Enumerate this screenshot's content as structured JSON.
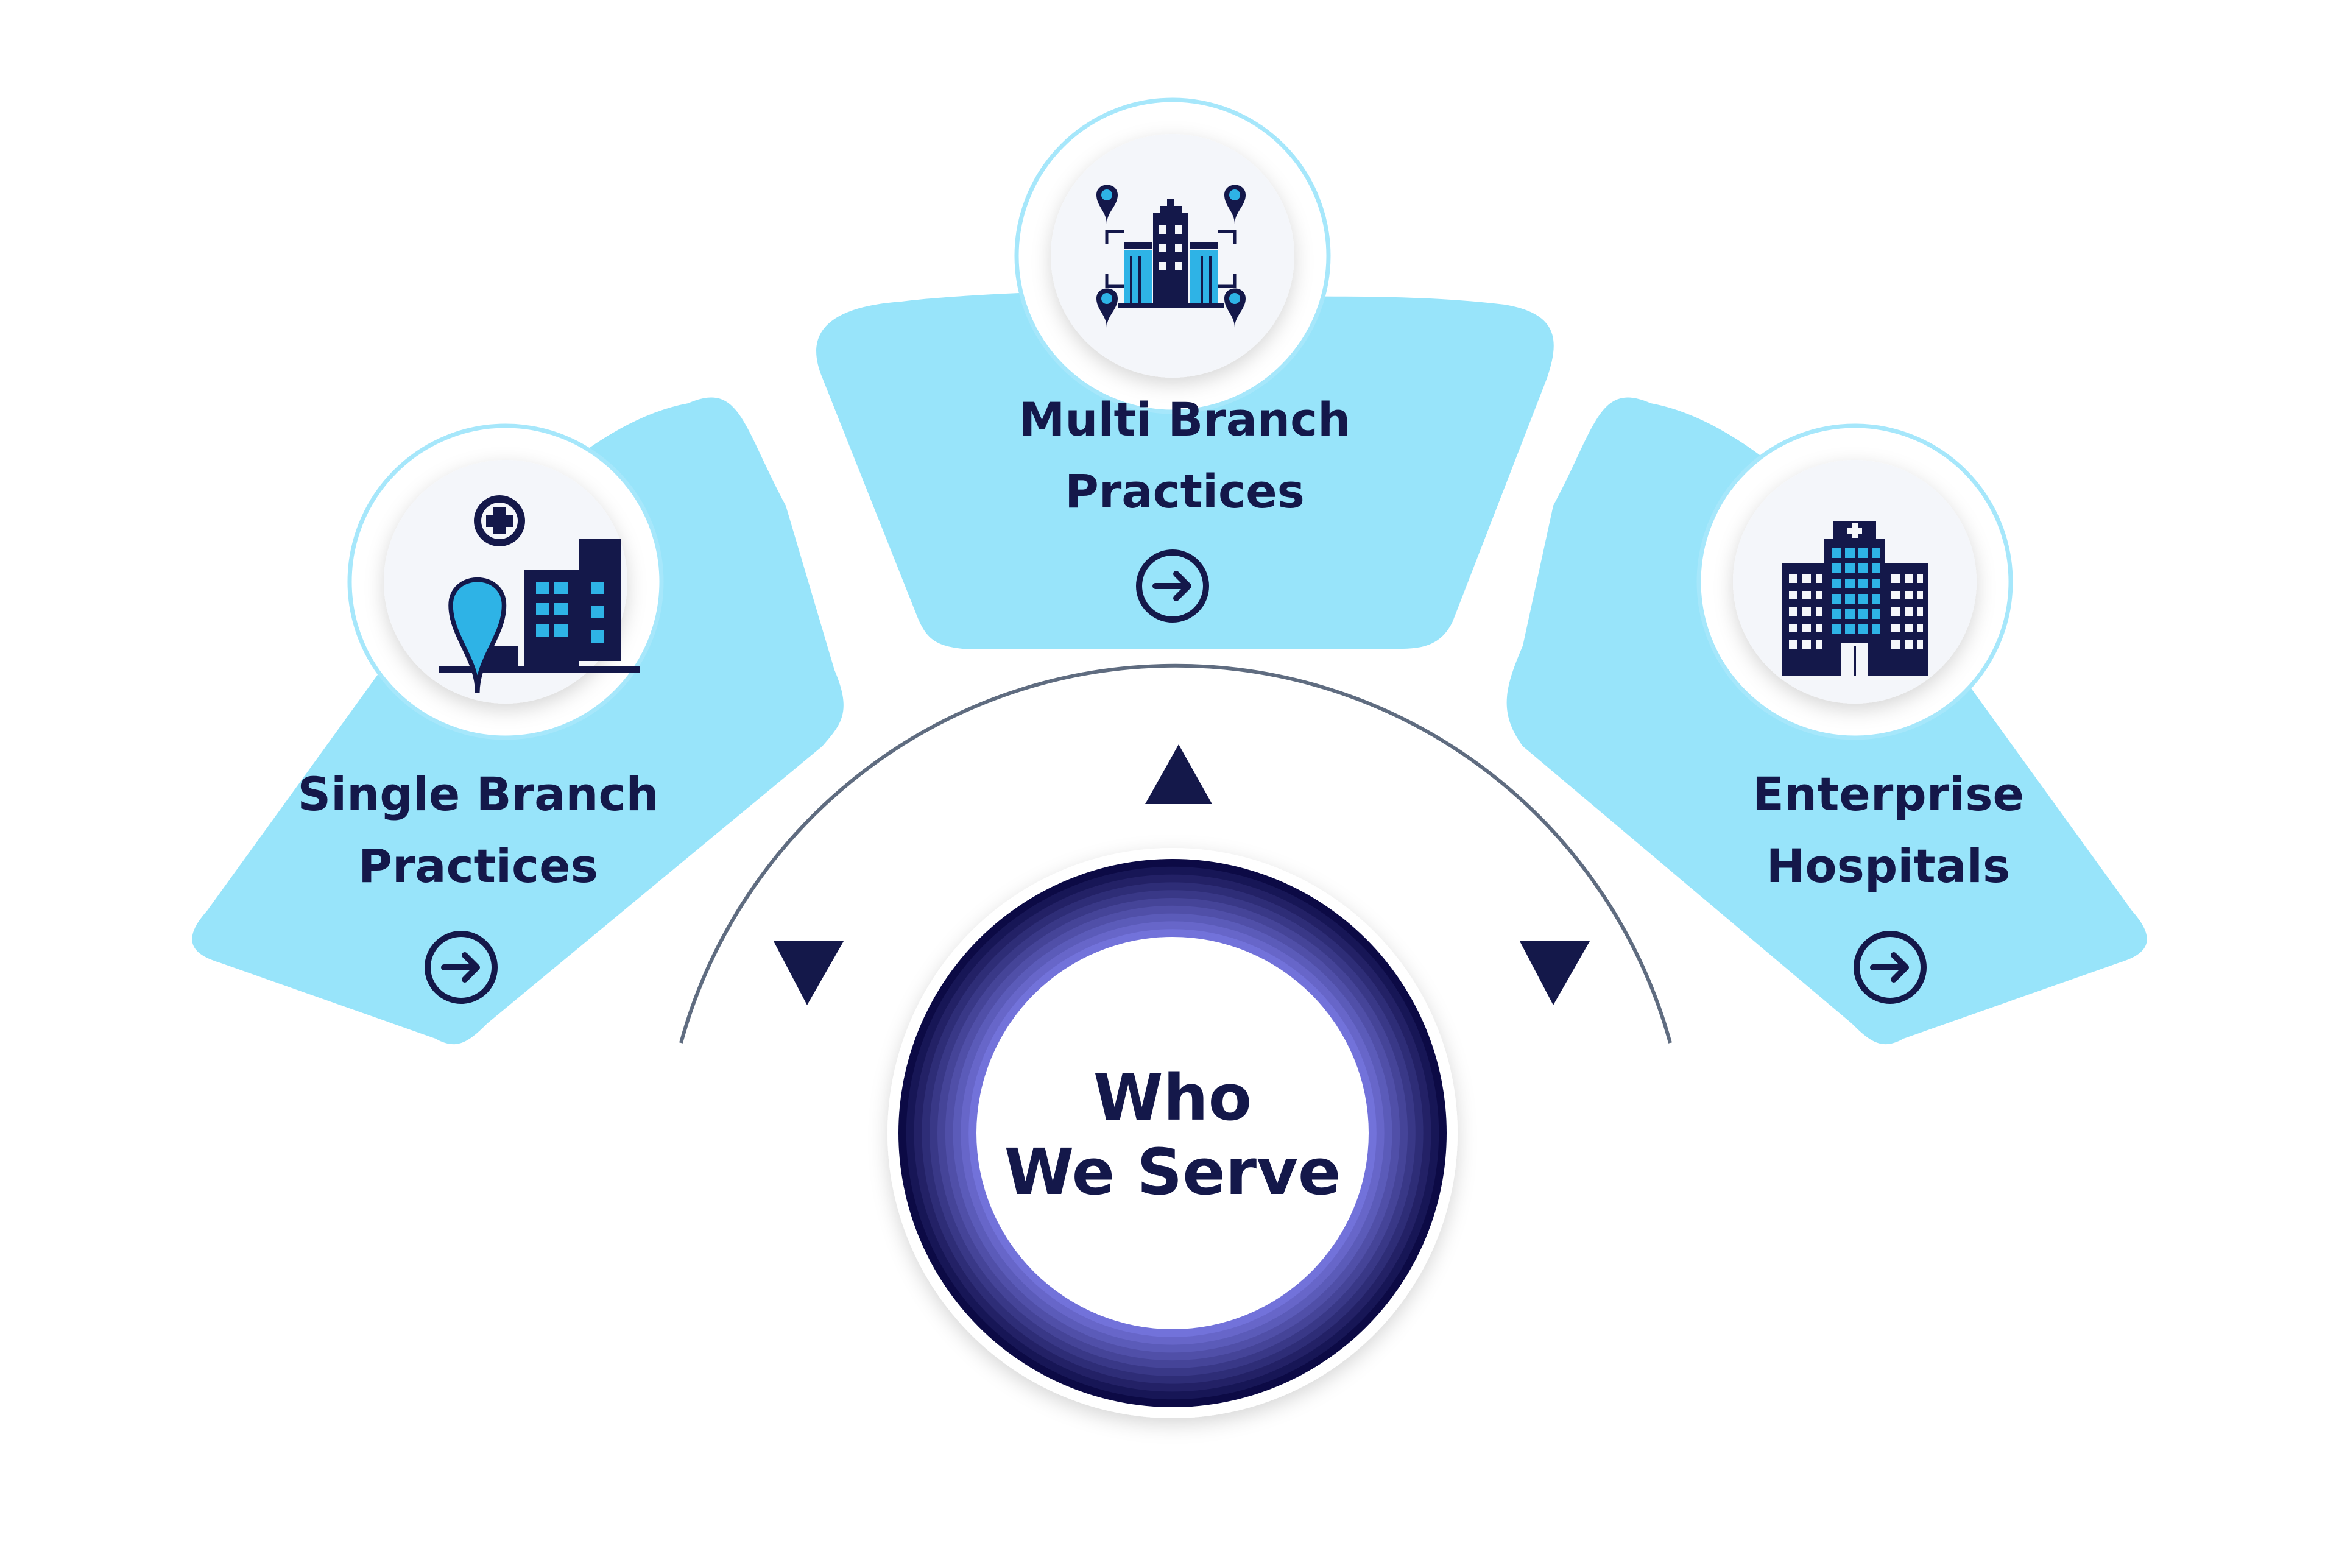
{
  "colors": {
    "card_fill": "#98e4fa",
    "ring_outline": "#a6e7fb",
    "icon_circle": "#f4f6fa",
    "navy": "#14184a",
    "arc": "#5f6c80",
    "icon_accent": "#2eb3e6",
    "center_outer": "#0c0a45",
    "center_inner": "#7272da"
  },
  "center": {
    "line1": "Who",
    "line2": "We Serve"
  },
  "cards": {
    "single": {
      "line1": "Single Branch",
      "line2": "Practices",
      "icon": "clinic-location-pin-icon",
      "action_icon": "arrow-right-circle-icon"
    },
    "multi": {
      "line1": "Multi Branch",
      "line2": "Practices",
      "icon": "hospital-network-pins-icon",
      "action_icon": "arrow-right-circle-icon"
    },
    "enterprise": {
      "line1": "Enterprise",
      "line2": "Hospitals",
      "icon": "hospital-building-icon",
      "action_icon": "arrow-right-circle-icon"
    }
  },
  "pointers": {
    "shape": "triangle"
  }
}
